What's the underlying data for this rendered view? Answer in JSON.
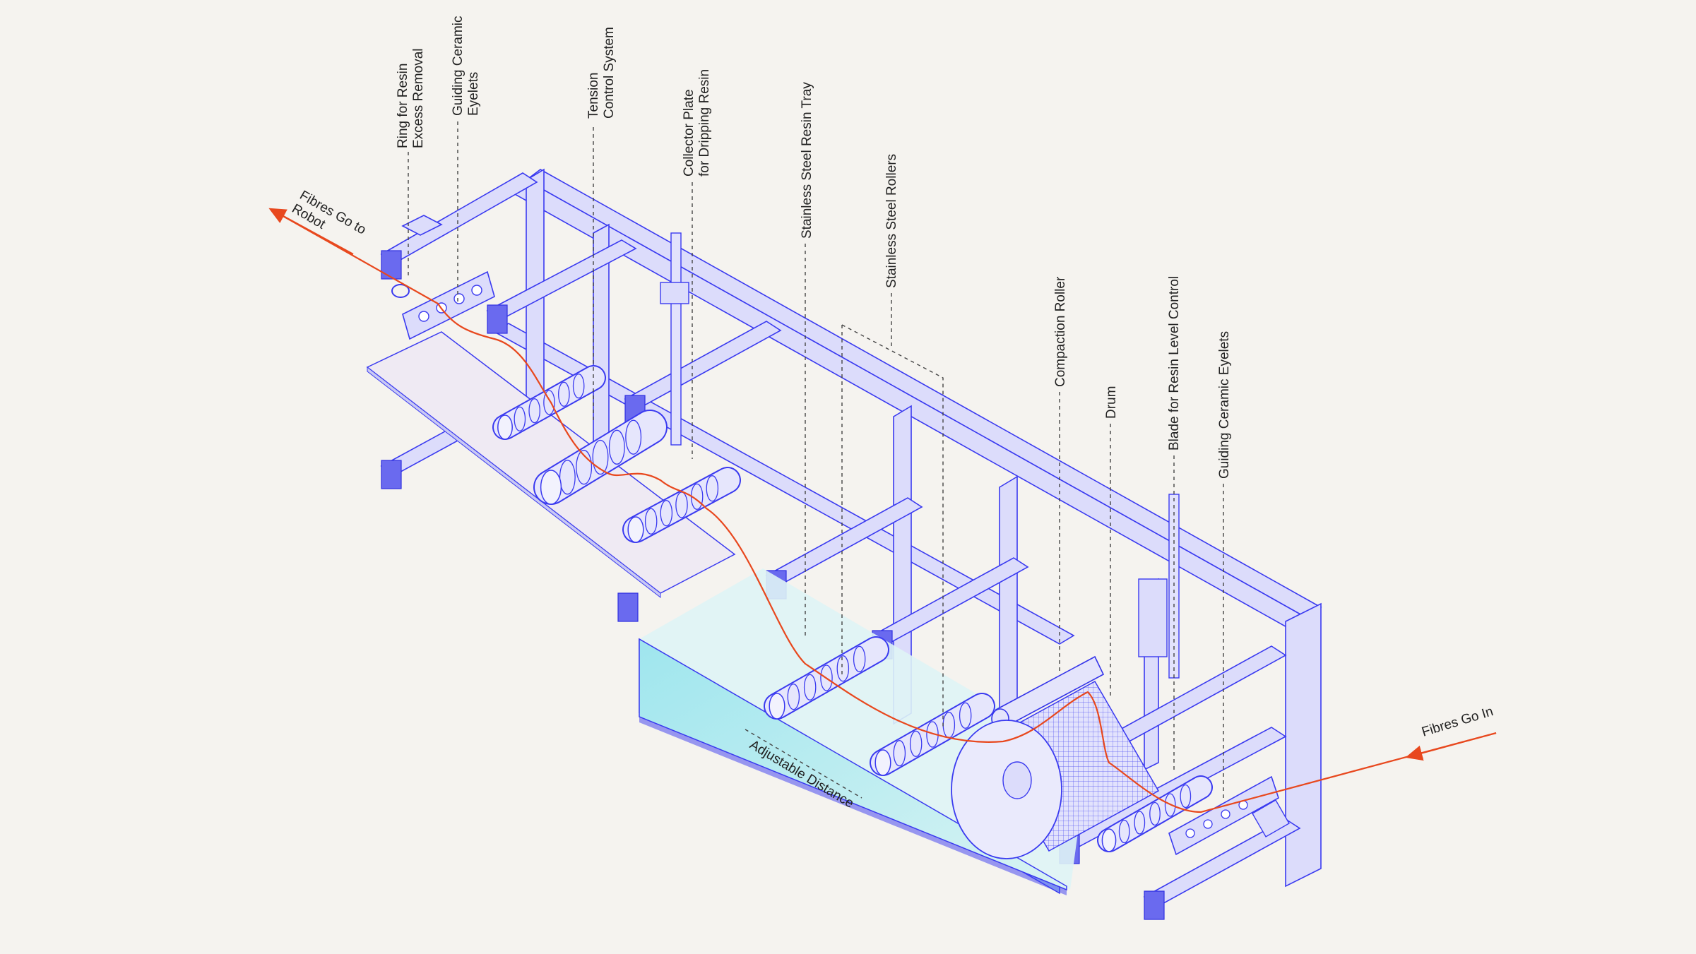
{
  "labels": {
    "ring": [
      "Ring for Resin",
      "Excess Removal"
    ],
    "eyelets_top": [
      "Guiding Ceramic",
      "Eyelets"
    ],
    "tension": [
      "Tension",
      "Control System"
    ],
    "collector": [
      "Collector Plate",
      "for Dripping Resin"
    ],
    "tray": "Stainless Steel Resin Tray",
    "rollers": "Stainless  Steel  Rollers",
    "compaction": "Compaction Roller",
    "drum": "Drum",
    "blade": "Blade for Resin Level Control",
    "eyelets_right": "Guiding Ceramic Eyelets",
    "fibres_out": [
      "Fibres Go to",
      "Robot"
    ],
    "fibres_in": "Fibres Go In",
    "distance": "Adjustable Distance"
  },
  "colors": {
    "background": "#f5f3ef",
    "frame": "#3a3af0",
    "fibre": "#e8481e",
    "resin": "#bfeef2",
    "text": "#222222"
  }
}
